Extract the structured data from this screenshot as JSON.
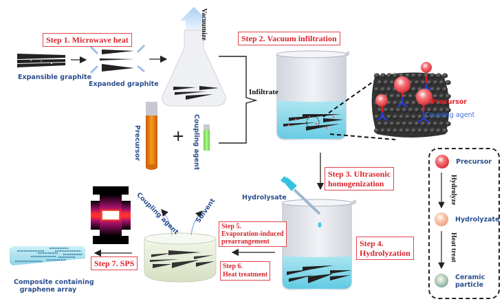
{
  "steps": {
    "step1": "Step 1. Microwave heat",
    "step2": "Step 2. Vacuum infiltration",
    "step3_line1": "Step 3. Ultrasonic",
    "step3_line2": "homogenization",
    "step4_line1": "Step 4.",
    "step4_line2": "Hydrolyzation",
    "step5_line1": "Step 5.",
    "step5_line2": "Evaporation-induced",
    "step5_line3": "prearrangement",
    "step6_line1": "Step 6.",
    "step6_line2": "Heat treatment",
    "step7": "Step 7. SPS"
  },
  "labels": {
    "expansible_graphite": "Expansible graphite",
    "expanded_graphite": "Expanded graphite",
    "vacuumize": "Vacuumize",
    "infiltrate": "Infiltrate",
    "precursor": "Precursor",
    "coupling_agent": "Coupling agent",
    "plus": "+",
    "zoom_precursor": "Precursor",
    "zoom_coupling_agent": "Coupling agent",
    "hydrolysate": "Hydrolysate",
    "evap_coupling_agent": "Coupling agent",
    "evap_solvent": "Solvent",
    "composite_line1": "Composite containing",
    "composite_line2": "graphene array"
  },
  "legend": {
    "items": [
      {
        "label": "Precursor",
        "color": "#e8474f"
      },
      {
        "label": "Hydrolyzate",
        "color": "#f7b49a"
      },
      {
        "label_line1": "Ceramic",
        "label_line2": "particle",
        "color": "#8fb8a8"
      }
    ],
    "arrow1": "Hydrolyze",
    "arrow2": "Heat treat"
  },
  "colors": {
    "step_red": "#d8242c",
    "label_blue": "#2b4f8f",
    "water": "#7fd6ea",
    "precursor_orange": "#e8790e",
    "coupling_green": "#6ee05a"
  }
}
